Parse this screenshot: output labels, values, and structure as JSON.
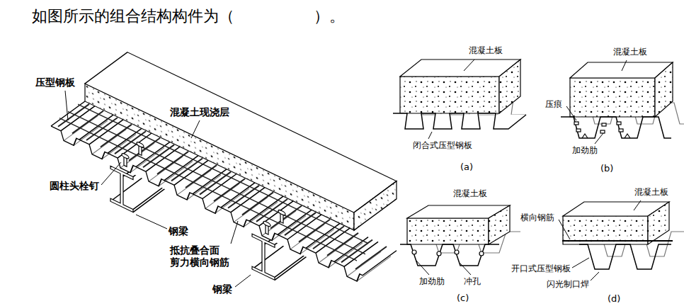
{
  "diagram": {
    "title": "如图所示的组合结构构件为（                ）。",
    "labels": [
      "压型钢板",
      "混凝土现浇层",
      "圆柱头栓钉",
      "钢梁",
      "抵抗叠合面 剪力横向钢筋",
      "钢梁",
      "混凝土板",
      "闭合式压型钢板",
      "(a)",
      "混凝土板",
      "压痕",
      "加劲肋",
      "(b)",
      "混凝土板",
      "加劲肋",
      "冲孔",
      "(c)",
      "混凝土板",
      "横向钢筋",
      "开口式压型钢板",
      "闪光制口焊",
      "(d)"
    ]
  }
}
